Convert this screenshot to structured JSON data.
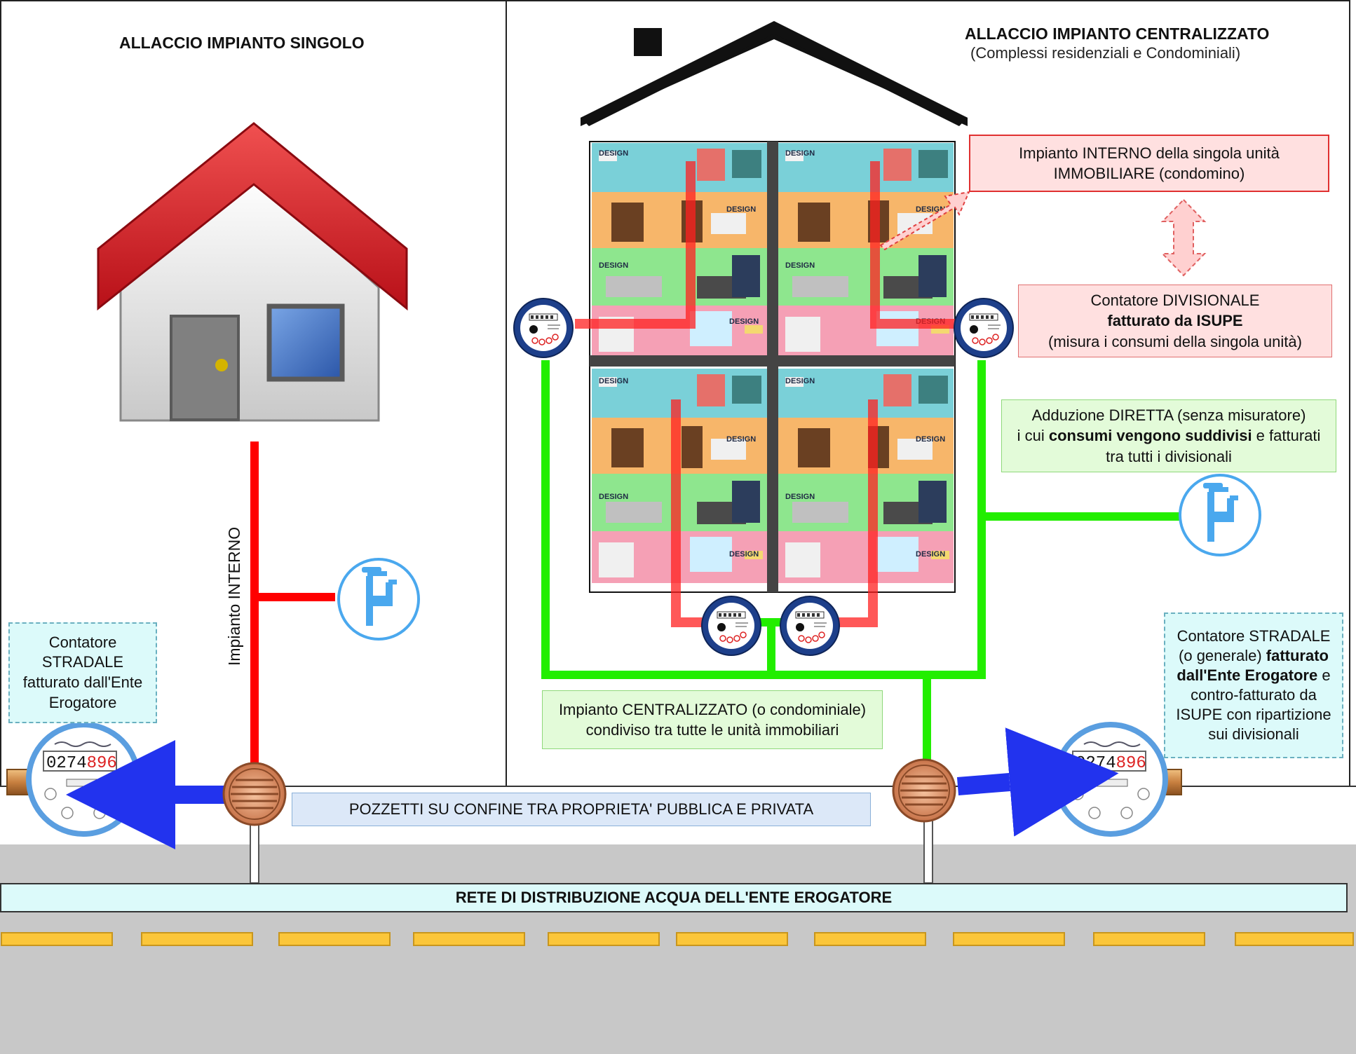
{
  "titles": {
    "single": "ALLACCIO IMPIANTO SINGOLO",
    "central": "ALLACCIO IMPIANTO CENTRALIZZATO",
    "central_sub": "(Complessi residenziali e Condominiali)"
  },
  "labels": {
    "impianto_interno_vertical": "Impianto INTERNO",
    "interno_unit": [
      "Impianto INTERNO della singola unità",
      "IMMOBILIARE (condomino)"
    ],
    "divisionale": {
      "line1": "Contatore DIVISIONALE",
      "line2": "fatturato da ISUPE",
      "line3": "(misura i consumi della singola unità)"
    },
    "adduzione": {
      "line1": "Adduzione DIRETTA (senza misuratore)",
      "line2_a": "i cui ",
      "line2_b": "consumi vengono suddivisi",
      "line2_c": " e fatturati",
      "line3": "tra tutti i divisionali"
    },
    "centralizzato": [
      "Impianto CENTRALIZZATO (o condominiale)",
      "condiviso tra tutte le unità immobiliari"
    ],
    "stradale_left": [
      "Contatore",
      "STRADALE",
      "fatturato dall'Ente",
      "Erogatore"
    ],
    "stradale_right": {
      "l1": "Contatore STRADALE",
      "l2a": "(o generale) ",
      "l2b": "fatturato",
      "l3a": "dall'Ente Erogatore",
      "l3b": " e",
      "l4": "contro-fatturato da",
      "l5": "ISUPE con ripartizione",
      "l6": "sui divisionali"
    },
    "pozzetti": "POZZETTI SU CONFINE TRA PROPRIETA' PUBBLICA E PRIVATA",
    "rete": "RETE DI DISTRIBUZIONE ACQUA DELL'ENTE EROGATORE"
  },
  "meter_reading": {
    "black": "0274",
    "red": "896"
  },
  "room_sign": "DESIGN",
  "icons": [
    "house-icon",
    "hydrant-icon",
    "water-meter-icon",
    "divisional-meter-icon",
    "manhole-icon",
    "arrow-icon",
    "double-arrow-icon"
  ],
  "colors": {
    "internal_pipe": "#ff0000",
    "central_pipe": "#22ee00",
    "supply_arrow": "#2233ee",
    "red_box_fill": "#ffe0e0",
    "green_box_fill": "#e3fbd9",
    "cyan_box_fill": "#dcfafa",
    "blue_box_fill": "#dce8f8",
    "road": "#c8c8c8",
    "road_lines": "#fbc63a",
    "roof": "#e0202a"
  }
}
